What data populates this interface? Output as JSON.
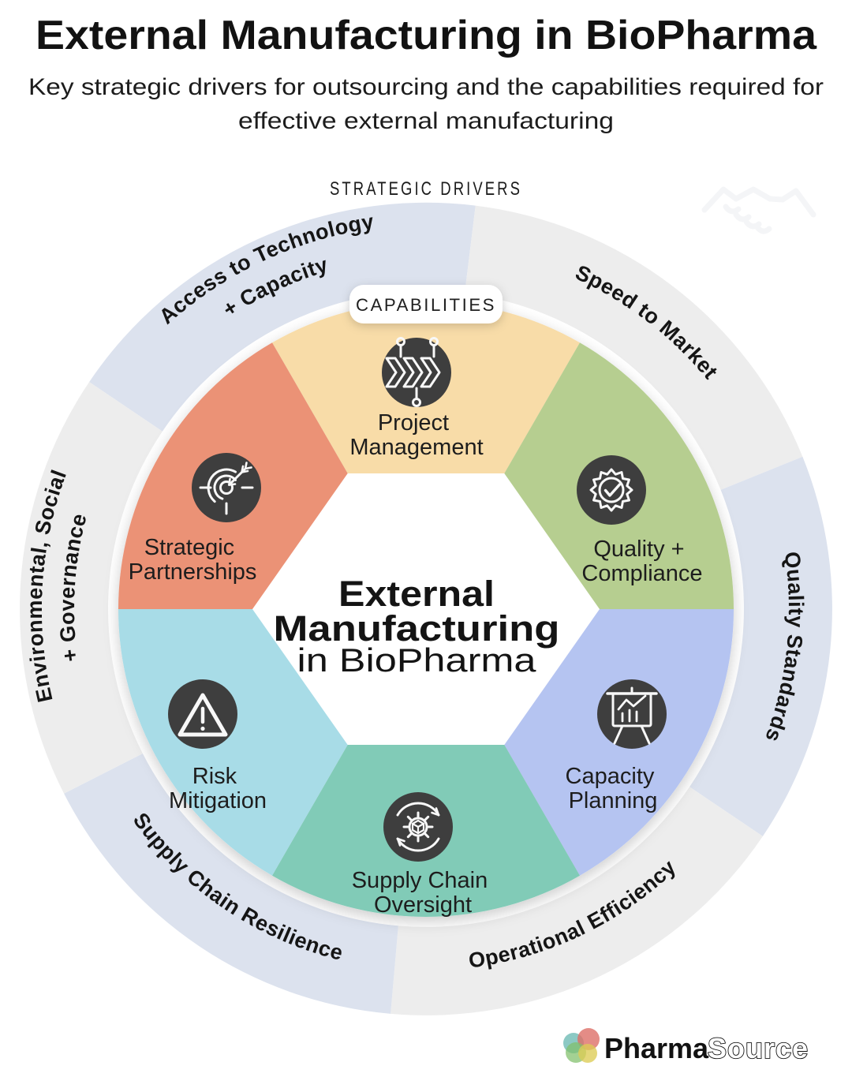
{
  "header": {
    "title": "External Manufacturing in BioPharma",
    "subtitle_line1": "Key strategic drivers for outsourcing and the capabilities required for",
    "subtitle_line2": "effective external manufacturing"
  },
  "diagram": {
    "outer_ring_label": "STRATEGIC DRIVERS",
    "inner_ring_label": "CAPABILITIES",
    "center": {
      "line1": "External",
      "line2": "Manufacturing",
      "line3": "in BioPharma"
    },
    "colors": {
      "ring_blue": "#dce2ee",
      "ring_gray": "#ededed",
      "icon_circle": "#3e3e3e"
    },
    "drivers": [
      {
        "label": "Access to Technology",
        "label2": "+ Capacity",
        "fill": "#dce2ee"
      },
      {
        "label": "Speed to Market",
        "label2": "",
        "fill": "#ededed"
      },
      {
        "label": "Quality Standards",
        "label2": "",
        "fill": "#dce2ee"
      },
      {
        "label": "Operational Efficiency",
        "label2": "",
        "fill": "#ededed"
      },
      {
        "label": "Supply Chain Resilience",
        "label2": "",
        "fill": "#dce2ee"
      },
      {
        "label": "Environmental, Social",
        "label2": "+ Governance",
        "fill": "#ededed"
      }
    ],
    "capabilities": [
      {
        "label": "Project",
        "label2": "Management",
        "fill": "#f8dca8",
        "icon": "process-flow-icon"
      },
      {
        "label": "Quality +",
        "label2": "Compliance",
        "fill": "#b6ce90",
        "icon": "badge-check-icon"
      },
      {
        "label": "Capacity",
        "label2": "Planning",
        "fill": "#b5c4f1",
        "icon": "presentation-chart-icon"
      },
      {
        "label": "Supply Chain",
        "label2": "Oversight",
        "fill": "#81cbb7",
        "icon": "gear-cycle-icon"
      },
      {
        "label": "Risk",
        "label2": "Mitigation",
        "fill": "#a8dce7",
        "icon": "warning-triangle-icon"
      },
      {
        "label": "Strategic",
        "label2": "Partnerships",
        "fill": "#eb9276",
        "icon": "target-dart-icon"
      }
    ]
  },
  "footer": {
    "logo_text_solid": "Pharma",
    "logo_text_outline": "Source"
  }
}
